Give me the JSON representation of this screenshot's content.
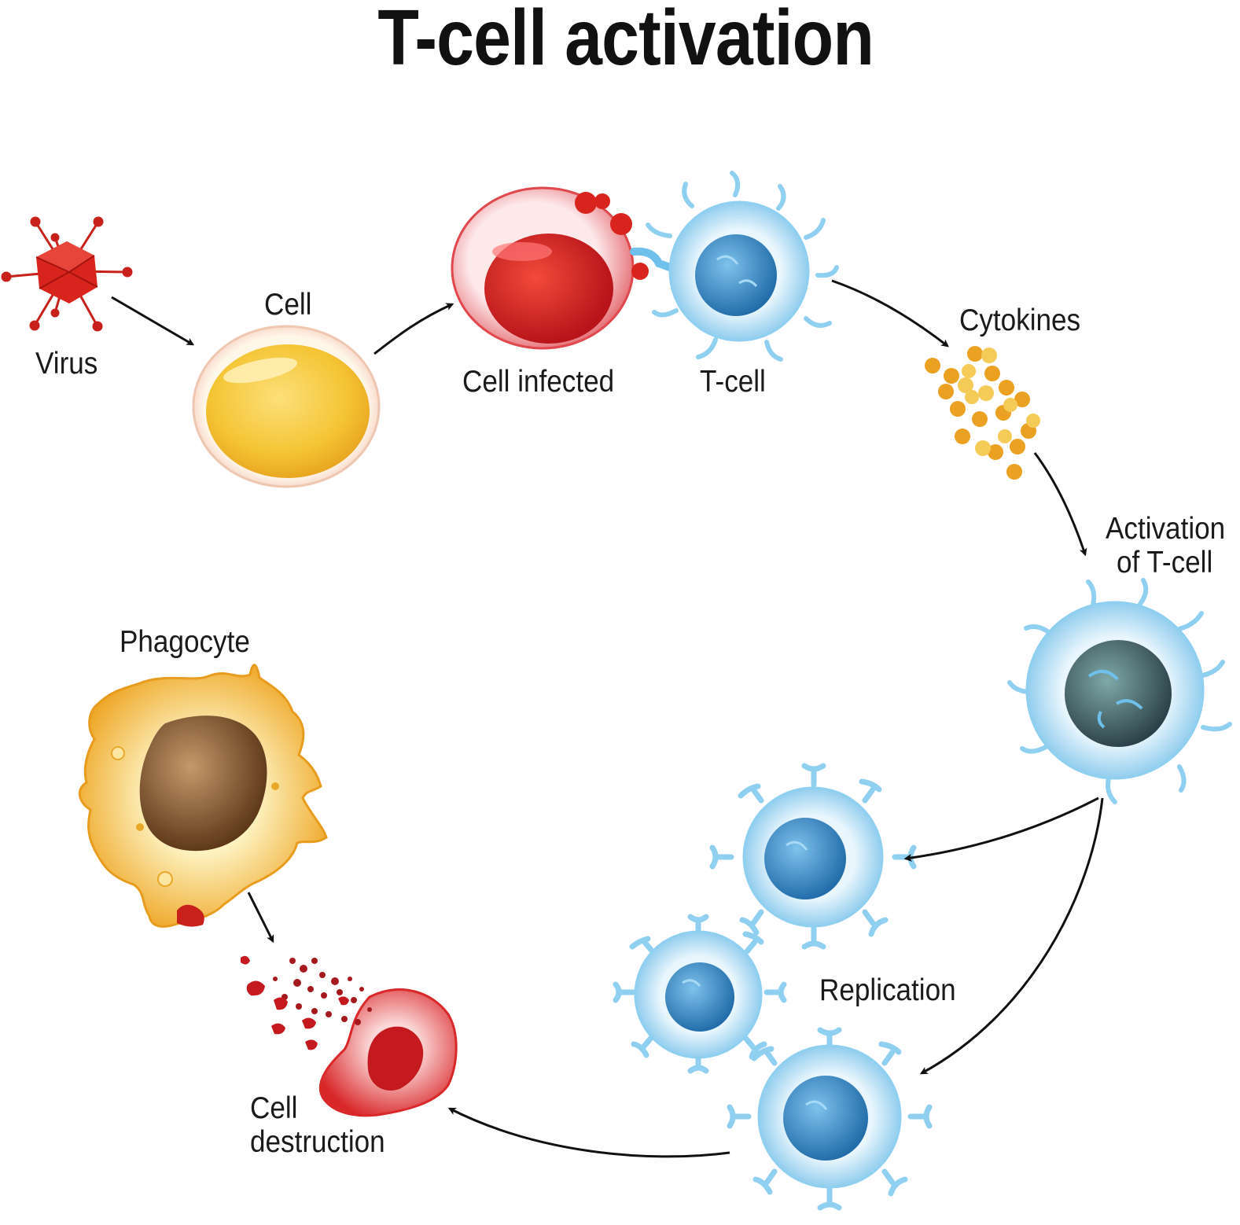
{
  "title": "T-cell activation",
  "labels": {
    "virus": "Virus",
    "cell": "Cell",
    "cell_infected": "Cell infected",
    "t_cell": "T-cell",
    "cytokines": "Cytokines",
    "activation_line1": "Activation",
    "activation_line2": "of T-cell",
    "replication": "Replication",
    "phagocyte": "Phagocyte",
    "destruction_line1": "Cell",
    "destruction_line2": "destruction"
  },
  "colors": {
    "virus": "#d8241c",
    "cell_yellow": "#f4c433",
    "infected_red": "#d41f1f",
    "tcell_blue": "#8fcfef",
    "tcell_nucleus": "#3b8dc6",
    "activated_nucleus": "#3c5f66",
    "cytokine_orange": "#eaa021",
    "phagocyte_yellow": "#f2b92a",
    "phagocyte_nucleus": "#8a5a2e",
    "arrow": "#111111"
  }
}
